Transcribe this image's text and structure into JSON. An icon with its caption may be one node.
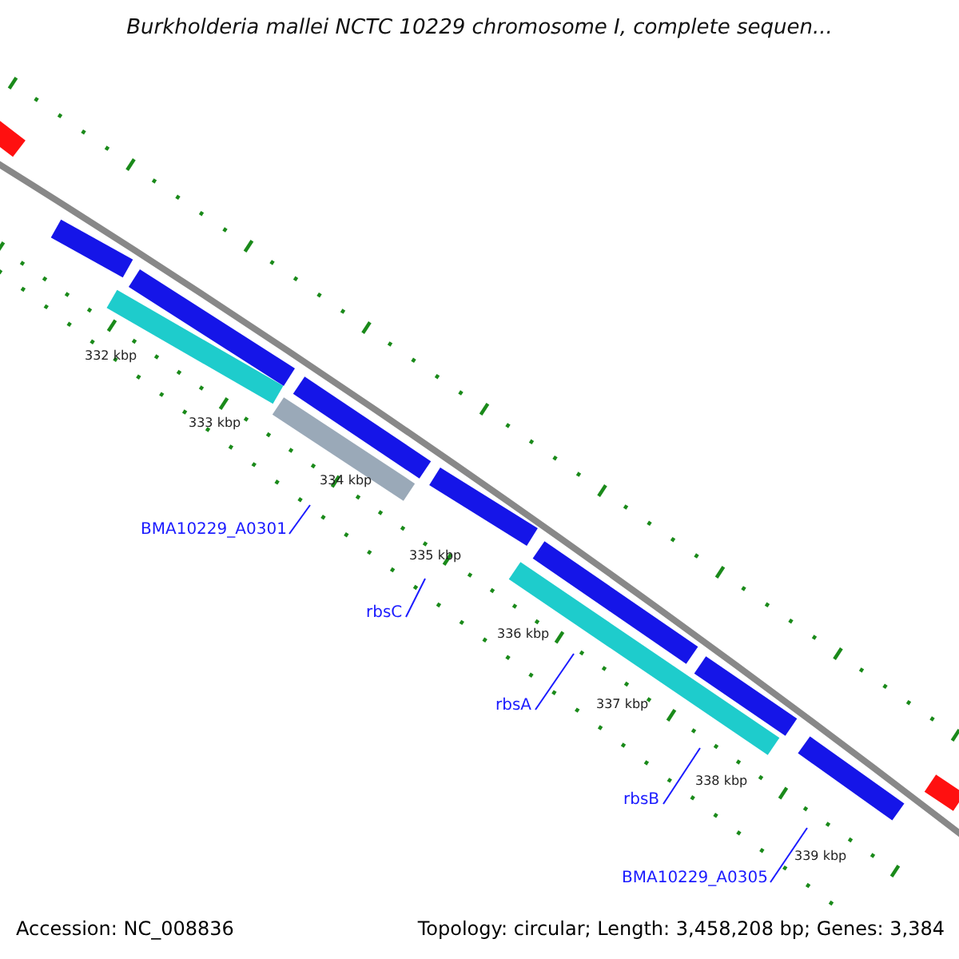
{
  "diagram": {
    "title": "Burkholderia mallei NCTC 10229 chromosome I, complete sequen...",
    "nodes": [
      {
        "text": [
          "BMA10229_A0301"
        ]
      },
      {
        "text": [
          "rbsC"
        ]
      },
      {
        "text": [
          "rbsA"
        ]
      },
      {
        "text": [
          "rbsB"
        ]
      },
      {
        "text": [
          "BMA10229_A0305"
        ]
      }
    ],
    "edges": [
      {
        "from": 0,
        "to": null,
        "arrow": "none"
      },
      {
        "from": 1,
        "to": null,
        "arrow": "none"
      },
      {
        "from": 2,
        "to": null,
        "arrow": "none"
      },
      {
        "from": 3,
        "to": null,
        "arrow": "none"
      },
      {
        "from": 4,
        "to": null,
        "arrow": "none"
      }
    ],
    "labels": [
      "332 kbp",
      "333 kbp",
      "334 kbp",
      "335 kbp",
      "336 kbp",
      "337 kbp",
      "338 kbp",
      "339 kbp",
      "Accession: NC_008836",
      "Topology: circular; Length: 3,458,208 bp; Genes: 3,384"
    ]
  }
}
